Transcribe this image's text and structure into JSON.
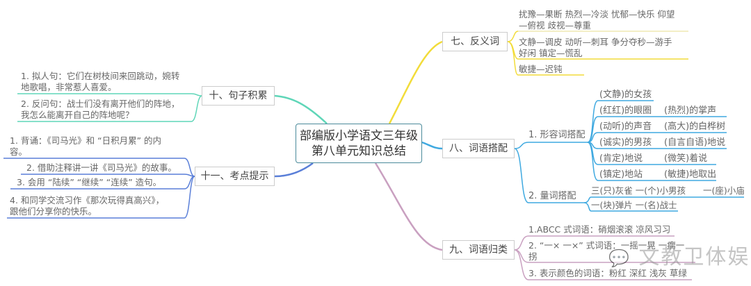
{
  "center": {
    "line1": "部编版小学语文三年级",
    "line2": "第八单元知识总结"
  },
  "branches": {
    "antonyms": {
      "label": "七、反义词",
      "color": "#f2dc3a",
      "items": [
        "扰豫—果断 热烈—冷淡 忧郁—快乐 仰望",
        "—俯视 歧视—尊重",
        "文静—调皮 动听—刺耳 争分夺秒—游手",
        "好闲 镇定—慌乱",
        "敏捷—迟钝"
      ]
    },
    "collocation": {
      "label": "八、词语搭配",
      "color": "#3fa9e0",
      "adj": {
        "label": "1. 形容词搭配",
        "rows": [
          [
            "(文静)的女孩",
            ""
          ],
          [
            "(红红)的眼圈",
            "(热烈)的掌声"
          ],
          [
            "(动听)的声音",
            "(高大)的白桦树"
          ],
          [
            "(诚实)的男孩",
            "(自言自语)地说"
          ],
          [
            "(肯定)地说",
            "(微笑)着说"
          ],
          [
            "(镇定)地站",
            "(敏捷)地取出"
          ]
        ]
      },
      "measure": {
        "label": "2. 量词搭配",
        "rows": [
          "三(只)灰雀 一(个)小男孩　　一(座)小庙",
          "一(块)弹片 一(名)战士"
        ]
      }
    },
    "classify": {
      "label": "九、词语归类",
      "color": "#c9a0c0",
      "items": [
        "1.ABCC 式词语：硝烟滚滚 凉风习习",
        "2. “一× 一×” 式词语：一摇一晃 一瘸一",
        "拐",
        "3. 表示颜色的词语：粉红 深红 浅灰 草绿"
      ]
    },
    "sentences": {
      "label": "十、句子积累",
      "color": "#5fd6b8",
      "items": [
        "1. 拟人句：它们在树枝间来回跳动，婉转",
        "地歌唱，非常惹人喜爱。",
        "2. 反问句：战士们没有离开他们的阵地，",
        "我怎么能离开自己的阵地呢？"
      ]
    },
    "tips": {
      "label": "十一、考点提示",
      "color": "#5a7fd8",
      "items": [
        "1. 背诵：《司马光》和 “日积月累” 的内",
        "容。",
        "2. 借助注释讲一讲《司马光》的故事。",
        "3. 会用 “陆续” “继续” “连续” 造句。",
        "4. 和同学交流习作《那次玩得真高兴》，",
        "跟他们分享你的快乐。"
      ]
    }
  },
  "watermark": "文教卫体娱"
}
